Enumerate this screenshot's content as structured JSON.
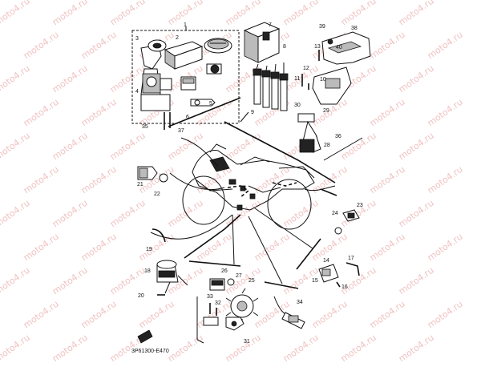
{
  "watermark": "moto4.ru",
  "drawing_code": "3P61300-E470",
  "callouts": [
    "1",
    "2",
    "3",
    "4",
    "5",
    "6",
    "7",
    "8",
    "9",
    "10",
    "11",
    "12",
    "13",
    "14",
    "15",
    "16",
    "17",
    "18",
    "19",
    "20",
    "21",
    "22",
    "23",
    "24",
    "25",
    "26",
    "27",
    "28",
    "29",
    "30",
    "31",
    "32",
    "33",
    "34",
    "35",
    "36",
    "37",
    "38",
    "39",
    "40"
  ]
}
